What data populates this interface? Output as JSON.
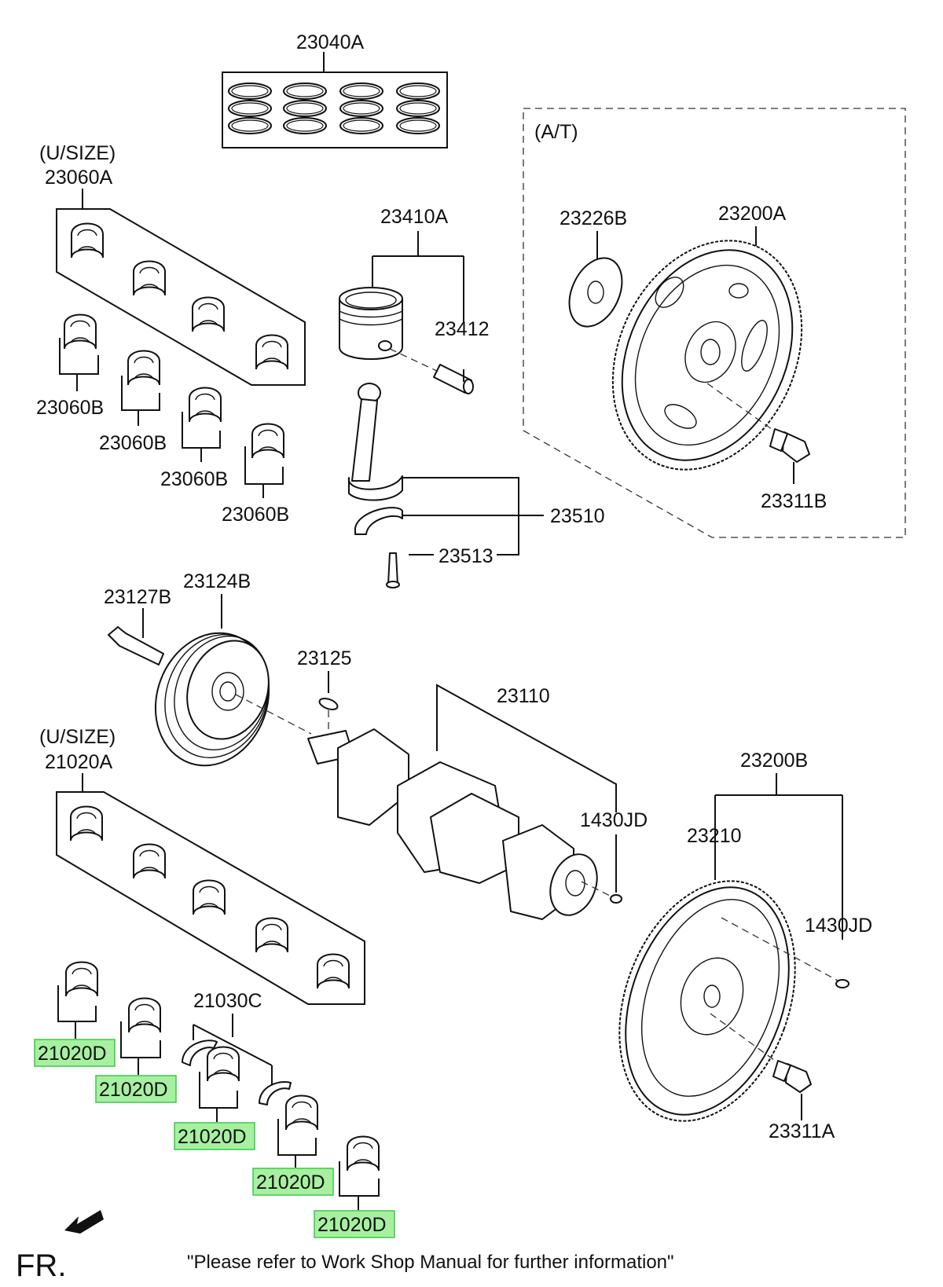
{
  "labels": {
    "p23040A": "23040A",
    "usize1": "(U/SIZE)",
    "p23060A": "23060A",
    "p23060B_1": "23060B",
    "p23060B_2": "23060B",
    "p23060B_3": "23060B",
    "p23060B_4": "23060B",
    "p23410A": "23410A",
    "p23412": "23412",
    "p23510": "23510",
    "p23513": "23513",
    "at": "(A/T)",
    "p23226B": "23226B",
    "p23200A": "23200A",
    "p23311B": "23311B",
    "p23127B": "23127B",
    "p23124B": "23124B",
    "p23125": "23125",
    "p23110": "23110",
    "usize2": "(U/SIZE)",
    "p21020A": "21020A",
    "p1430JD_1": "1430JD",
    "p23200B": "23200B",
    "p23210": "23210",
    "p1430JD_2": "1430JD",
    "p21030C": "21030C",
    "p21020D_1": "21020D",
    "p21020D_2": "21020D",
    "p21020D_3": "21020D",
    "p21020D_4": "21020D",
    "p21020D_5": "21020D",
    "p23311A": "23311A"
  },
  "fr": "FR.",
  "footer_note": "\"Please refer to Work Shop Manual for further information\"",
  "colors": {
    "highlight_fill": "#a7f0a0",
    "highlight_border": "#3cc84a",
    "line": "#111111"
  }
}
